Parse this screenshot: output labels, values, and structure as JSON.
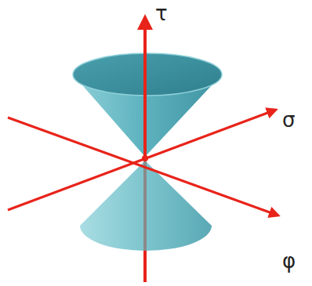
{
  "diagram": {
    "labels": [
      "τ",
      "σ",
      "φ"
    ]
  }
}
